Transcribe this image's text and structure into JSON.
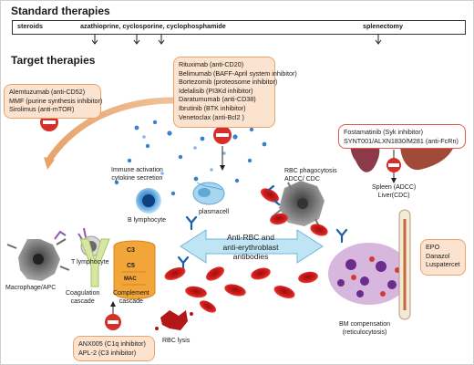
{
  "standard": {
    "heading": "Standard therapies",
    "items": [
      "steroids",
      "azathioprine, cyclosporine, cyclophosphamide",
      "splenectomy"
    ]
  },
  "target": {
    "heading": "Target therapies"
  },
  "boxes": {
    "left_top": [
      "Alemtuzumab (anti-CD52)",
      "MMF (purine synthesis inhibitor)",
      "Sirolimus (anti-mTOR)"
    ],
    "center_top": [
      "Rituximab (anti-CD20)",
      "Belimumab (BAFF-April system inhibitor)",
      "Bortezomib (proteosome inhibitor)",
      "Idelalisib (PI3Kd inhibitor)",
      "Daratumumab (anti-CD38)",
      "Ibrutinib (BTK inhibitor)",
      "Venetoclax (anti-Bcl2 )"
    ],
    "right_top": [
      "Fostamatinib (Syk inhibitor)",
      "SYNT001/ALXN1830/M281 (anti-FcRn)"
    ],
    "right_bottom": [
      "EPO",
      "Danazol",
      "Luspatercet"
    ],
    "bottom_left": [
      "ANX005 (C1q inhibitor)",
      "APL-2 (C3 inhibitor)"
    ]
  },
  "labels": {
    "immune": [
      "Immune activation",
      "cytokine secretion"
    ],
    "t_lymph": "T lymphocyte",
    "b_lymph": "B lymphocyte",
    "plasma": "plasmacell",
    "macro": "Macrophage/APC",
    "rbc_phago": [
      "RBC phagocytosis",
      "ADCC/ CDC"
    ],
    "spleen": [
      "Spleen (ADCC)",
      "Liver(CDC)"
    ],
    "center": [
      "Anti-RBC and",
      "anti-erythroblast",
      "antibodies"
    ],
    "coag": [
      "Coagulation",
      "cascade"
    ],
    "comp": [
      "Complement",
      "cascade"
    ],
    "c3": "C3",
    "c5": "C5",
    "mac": "MAC",
    "lysis": "RBC lysis",
    "bm": [
      "BM compensation",
      "(reticulocytosis)"
    ]
  },
  "colors": {
    "orange_fill": "#fbe3cf",
    "orange_border": "#e8a46a",
    "red": "#d62f2a",
    "blue_arrow": "#bfe4f3",
    "complement": "#f2a63a"
  },
  "icons": [
    "stop-icon",
    "arrow-down-icon",
    "antibody-icon",
    "red-blood-cell-icon",
    "spleen-icon",
    "liver-icon",
    "bone-icon"
  ]
}
